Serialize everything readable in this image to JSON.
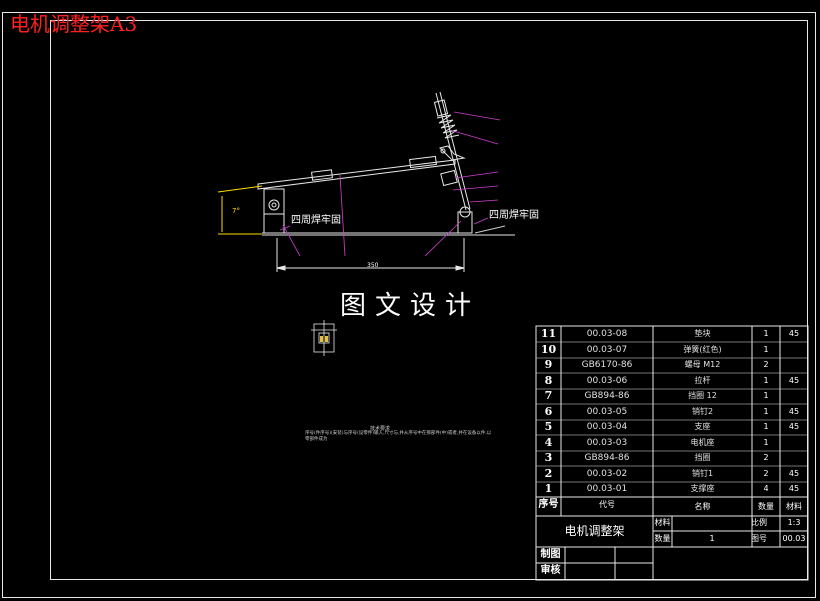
{
  "sheet_title": "电机调整架A3",
  "watermark": "图文设计",
  "annotations": {
    "weld_left": "四周焊牢固",
    "weld_right": "四周焊牢固",
    "dim_length": "350",
    "dim_height": "7°"
  },
  "notes": {
    "title": "技术要求",
    "text": "序号(件序号)(安装)与序号(设零件)输入,尺寸与,并从序号中在那部件(中)或者,并在设备以件,以零部件成为"
  },
  "bom": {
    "rows": [
      {
        "no": "11",
        "code": "00.03-08",
        "name": "垫块",
        "qty": "1",
        "material": "45"
      },
      {
        "no": "10",
        "code": "00.03-07",
        "name": "弹簧(红色)",
        "qty": "1",
        "material": ""
      },
      {
        "no": "9",
        "code": "GB6170-86",
        "name": "螺母 M12",
        "qty": "2",
        "material": ""
      },
      {
        "no": "8",
        "code": "00.03-06",
        "name": "拉杆",
        "qty": "1",
        "material": "45"
      },
      {
        "no": "7",
        "code": "GB894-86",
        "name": "挡圈 12",
        "qty": "1",
        "material": ""
      },
      {
        "no": "6",
        "code": "00.03-05",
        "name": "销钉2",
        "qty": "1",
        "material": "45"
      },
      {
        "no": "5",
        "code": "00.03-04",
        "name": "支座",
        "qty": "1",
        "material": "45"
      },
      {
        "no": "4",
        "code": "00.03-03",
        "name": "电机座",
        "qty": "1",
        "material": ""
      },
      {
        "no": "3",
        "code": "GB894-86",
        "name": "挡圈",
        "qty": "2",
        "material": ""
      },
      {
        "no": "2",
        "code": "00.03-02",
        "name": "销钉1",
        "qty": "2",
        "material": "45"
      },
      {
        "no": "1",
        "code": "00.03-01",
        "name": "支撑座",
        "qty": "4",
        "material": "45"
      }
    ],
    "header": {
      "no": "序号",
      "code": "代号",
      "name": "名称",
      "qty": "数量",
      "material": "材料"
    }
  },
  "title_block": {
    "drawing_name": "电机调整架",
    "material_label": "材料",
    "scale_label": "比例",
    "scale_value": "1:3",
    "qty_label": "数量",
    "qty_value": "1",
    "drawing_no_label": "图号",
    "drawing_no_value": "00.03",
    "drawn_label": "制图",
    "checked_label": "审核"
  }
}
